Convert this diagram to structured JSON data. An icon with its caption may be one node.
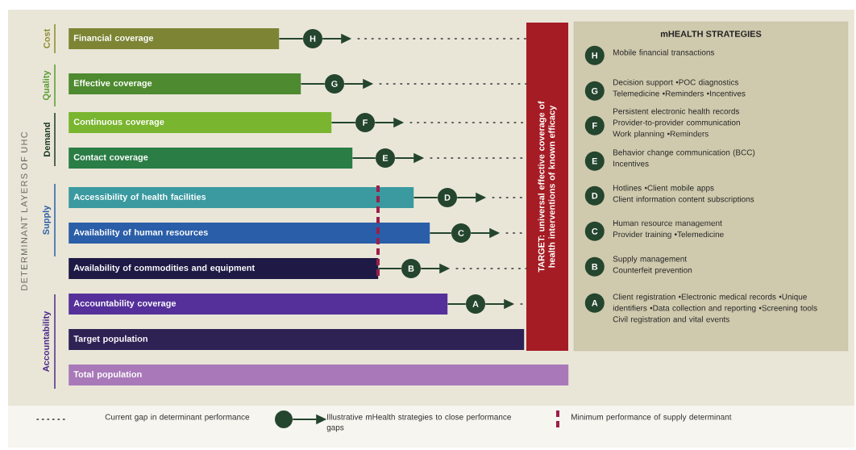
{
  "diagram": {
    "nodes": [
      {
        "text": [
          "Financial coverage"
        ]
      },
      {
        "text": [
          "Effective coverage"
        ]
      },
      {
        "text": [
          "Continuous coverage"
        ]
      },
      {
        "text": [
          "Contact coverage"
        ]
      },
      {
        "text": [
          "Accessibility of health facilities"
        ]
      },
      {
        "text": [
          "Availability of human resources"
        ]
      },
      {
        "text": [
          "Availability of commodities and equipment"
        ]
      },
      {
        "text": [
          "Accountability coverage"
        ]
      },
      {
        "text": [
          "Target population"
        ]
      },
      {
        "text": [
          "Total population"
        ]
      },
      {
        "text": [
          "H"
        ]
      },
      {
        "text": [
          "G"
        ]
      },
      {
        "text": [
          "F"
        ]
      },
      {
        "text": [
          "E"
        ]
      },
      {
        "text": [
          "D"
        ]
      },
      {
        "text": [
          "C"
        ]
      },
      {
        "text": [
          "B"
        ]
      },
      {
        "text": [
          "A"
        ]
      },
      {
        "text": [
          "TARGET: universal effective coverage of health interventions of known efficacy"
        ]
      },
      {
        "text": [
          "mHEALTH STRATEGIES"
        ]
      },
      {
        "text": [
          "H"
        ],
        "in": 19,
        "beside": [
          "Mobile financial transactions"
        ]
      },
      {
        "text": [
          "G"
        ],
        "in": 19,
        "beside": [
          "Decision support •POC diagnostics",
          "Telemedicine •Reminders •Incentives"
        ]
      },
      {
        "text": [
          "F"
        ],
        "in": 19,
        "beside": [
          "Persistent electronic health records",
          "Provider-to-provider communication",
          "Work planning •Reminders"
        ]
      },
      {
        "text": [
          "E"
        ],
        "in": 19,
        "beside": [
          "Behavior change communication (BCC)",
          "Incentives"
        ]
      },
      {
        "text": [
          "D"
        ],
        "in": 19,
        "beside": [
          "Hotlines •Client mobile apps",
          "Client information content subscriptions"
        ]
      },
      {
        "text": [
          "C"
        ],
        "in": 19,
        "beside": [
          "Human resource management",
          "Provider training •Telemedicine"
        ]
      },
      {
        "text": [
          "B"
        ],
        "in": 19,
        "beside": [
          "Supply management",
          "Counterfeit prevention"
        ]
      },
      {
        "text": [
          "A"
        ],
        "in": 19,
        "beside": [
          "Client registration •Electronic medical records •Unique identifiers •Data collection and reporting •Screening tools",
          "Civil registration and vital events"
        ]
      },
      {
        "text": [],
        "shape": "circle"
      }
    ],
    "edges": [
      {
        "from": 0,
        "to": 10,
        "arrow": "none"
      },
      {
        "from": 10,
        "to": null,
        "arrow": "to"
      },
      {
        "from": 1,
        "to": 11,
        "arrow": "none"
      },
      {
        "from": 11,
        "to": null,
        "arrow": "to"
      },
      {
        "from": 2,
        "to": 12,
        "arrow": "none"
      },
      {
        "from": 12,
        "to": null,
        "arrow": "to"
      },
      {
        "from": 3,
        "to": 13,
        "arrow": "none"
      },
      {
        "from": 13,
        "to": null,
        "arrow": "to"
      },
      {
        "from": 4,
        "to": 14,
        "arrow": "none"
      },
      {
        "from": 14,
        "to": null,
        "arrow": "to"
      },
      {
        "from": 5,
        "to": 15,
        "arrow": "none"
      },
      {
        "from": 15,
        "to": null,
        "arrow": "to"
      },
      {
        "from": 6,
        "to": 16,
        "arrow": "none"
      },
      {
        "from": 16,
        "to": null,
        "arrow": "to"
      },
      {
        "from": 7,
        "to": 17,
        "arrow": "none"
      },
      {
        "from": 17,
        "to": null,
        "arrow": "to"
      },
      {
        "from": 28,
        "to": null,
        "arrow": "to"
      }
    ],
    "labels": [
      "DETERMINANT LAYERS OF UHC",
      "Cost",
      "Quality",
      "Demand",
      "Supply",
      "Accountability"
    ],
    "legend": [
      {
        "text": "Current gap in determinant performance"
      },
      {
        "text": "Illustrative mHealth strategies to close performance gaps"
      },
      {
        "text": "Minimum performance of supply determinant"
      }
    ]
  }
}
